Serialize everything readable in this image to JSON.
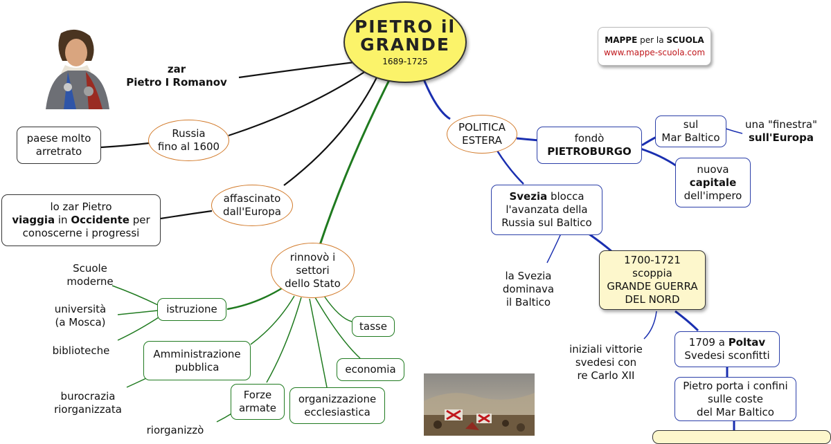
{
  "title": {
    "line1": "PIETRO il",
    "line2": "GRANDE",
    "years": "1689-1725"
  },
  "brand": {
    "name": "MAPPE",
    "mid": " per la ",
    "school": "SCUOLA",
    "url": "www.mappe-scuola.com"
  },
  "zar": {
    "line1": "zar",
    "line2": "Pietro I Romanov"
  },
  "russia": {
    "line1": "Russia",
    "line2": "fino al 1600"
  },
  "paese": {
    "line1": "paese molto",
    "line2": "arretrato"
  },
  "affascinato": {
    "line1": "affascinato",
    "line2": "dall'Europa"
  },
  "viaggia": {
    "l1": "lo zar Pietro",
    "b1": "viaggia",
    "t1": " in ",
    "b2": "Occidente",
    "t2": " per",
    "l3": "conoscerne i progressi"
  },
  "rinnovo": {
    "line1": "rinnovò i",
    "line2": "settori",
    "line3": "dello Stato"
  },
  "istruzione": {
    "label": "istruzione"
  },
  "scuole": {
    "line1": "Scuole",
    "line2": "moderne"
  },
  "universita": {
    "line1": "università",
    "line2": "(a Mosca)"
  },
  "biblioteche": {
    "label": "biblioteche"
  },
  "amministrazione": {
    "line1": "Amministrazione",
    "line2": "pubblica"
  },
  "burocrazia": {
    "line1": "burocrazia",
    "line2": "riorganizzata"
  },
  "forze": {
    "line1": "Forze",
    "line2": "armate"
  },
  "riorganizzo": {
    "label": "riorganizzò"
  },
  "ecclesiastica": {
    "line1": "organizzazione",
    "line2": "ecclesiastica"
  },
  "economia": {
    "label": "economia"
  },
  "tasse": {
    "label": "tasse"
  },
  "politica": {
    "line1": "POLITICA",
    "line2": "ESTERA"
  },
  "fondo": {
    "line1": "fondò",
    "line2": "PIETROBURGO"
  },
  "sul_baltico": {
    "line1": "sul",
    "line2": "Mar Baltico"
  },
  "finestra": {
    "line1": "una \"finestra\"",
    "line2": "sull'Europa"
  },
  "capitale": {
    "line1": "nuova",
    "line2": "capitale",
    "line3": "dell'impero"
  },
  "svezia": {
    "b": "Svezia",
    "t": " blocca",
    "line2": "l'avanzata della",
    "line3": "Russia sul Baltico"
  },
  "dominava": {
    "line1": "la Svezia",
    "line2": "dominava",
    "line3": "il Baltico"
  },
  "guerra": {
    "line1": "1700-1721",
    "line2": "scoppia",
    "line3": "GRANDE GUERRA",
    "line4": "DEL NORD"
  },
  "iniziali": {
    "line1": "iniziali vittorie",
    "line2": "svedesi con",
    "line3": "re Carlo XII"
  },
  "poltava": {
    "t": "1709 a ",
    "b": "Poltav",
    "line2": "Svedesi sconfitti"
  },
  "confini": {
    "line1": "Pietro porta i confini",
    "line2": "sulle coste",
    "line3": "del Mar Baltico"
  },
  "colors": {
    "green": "#1f7a1f",
    "blue": "#1a2fb0",
    "black": "#111111",
    "oval_border": "#d27a2a",
    "title_fill": "#fbf36a",
    "war_fill": "#fdf7cc",
    "brand_red": "#c0171c"
  }
}
